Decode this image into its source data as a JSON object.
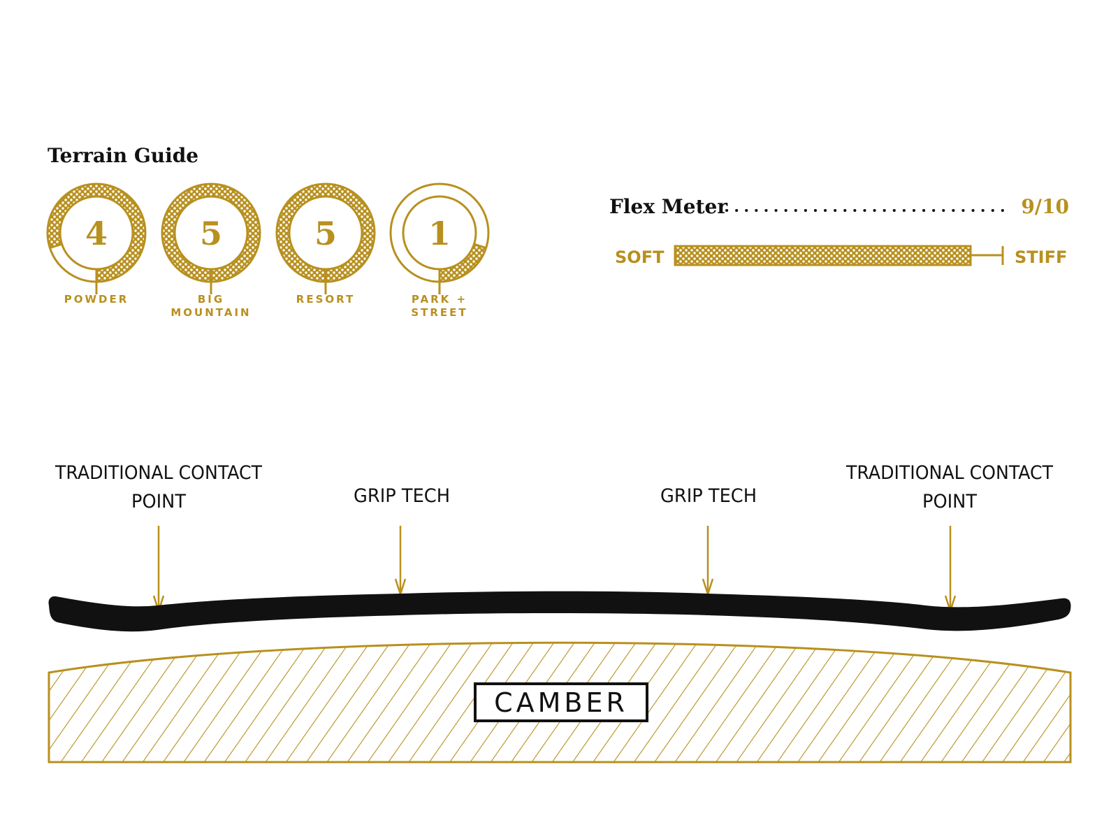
{
  "terrain_guide": {
    "title": "Terrain Guide",
    "ratings": [
      {
        "label_lines": [
          "POWDER"
        ],
        "value": "4",
        "max": 5
      },
      {
        "label_lines": [
          "BIG",
          "MOUNTAIN"
        ],
        "value": "5",
        "max": 5
      },
      {
        "label_lines": [
          "RESORT"
        ],
        "value": "5",
        "max": 5
      },
      {
        "label_lines": [
          "PARK +",
          "STREET"
        ],
        "value": "1",
        "max": 5
      }
    ]
  },
  "flex_meter": {
    "title": "Flex Meter",
    "value_text": "9/10",
    "value": 9,
    "max": 10,
    "soft_label": "SOFT",
    "stiff_label": "STIFF"
  },
  "profile": {
    "callouts": [
      {
        "lines": [
          "TRADITIONAL CONTACT",
          "POINT"
        ]
      },
      {
        "lines": [
          "GRIP TECH"
        ]
      },
      {
        "lines": [
          "GRIP TECH"
        ]
      },
      {
        "lines": [
          "TRADITIONAL CONTACT",
          "POINT"
        ]
      }
    ],
    "profile_label": "CAMBER"
  },
  "colors": {
    "gold": "#b8901e",
    "black": "#111111",
    "white": "#ffffff"
  }
}
